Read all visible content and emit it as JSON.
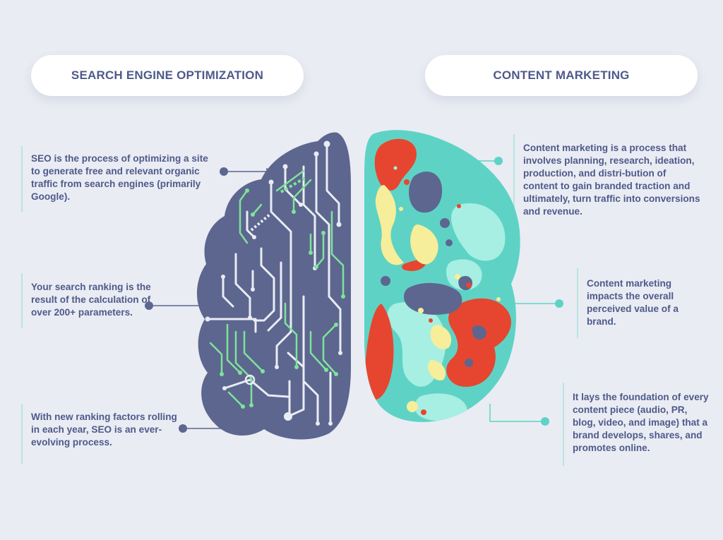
{
  "headers": {
    "left": "SEARCH ENGINE OPTIMIZATION",
    "right": "CONTENT MARKETING"
  },
  "seo_notes": [
    "SEO is the process of optimizing a site to generate free and relevant organic traffic from search engines (primarily Google).",
    "Your search ranking is the result of the calculation of over 200+ parameters.",
    "With new ranking factors rolling in each year, SEO is an ever-evolving process."
  ],
  "content_notes": [
    "Content marketing is a process that involves planning, research, ideation, production, and distri-bution of content to gain branded traction and ultimately, turn traffic into conversions and revenue.",
    "Content marketing impacts the overall perceived value of a brand.",
    "It lays the foundation of every content piece (audio, PR, blog, video, and image) that a brand develops, shares, and promotes online."
  ],
  "colors": {
    "background": "#e9ecf3",
    "text": "#4f5a8a",
    "left_hemisphere": "#5d668f",
    "circuit_white": "#e9ecf3",
    "circuit_green": "#7ee39b",
    "right_hemisphere": "#5ed3c5",
    "blob_red": "#e6462f",
    "blob_yellow": "#f6ee9a",
    "blob_navy": "#5d668f",
    "blob_mint": "#a6efe2",
    "connector_left": "#5d668f",
    "connector_right": "#5ed3c5"
  }
}
